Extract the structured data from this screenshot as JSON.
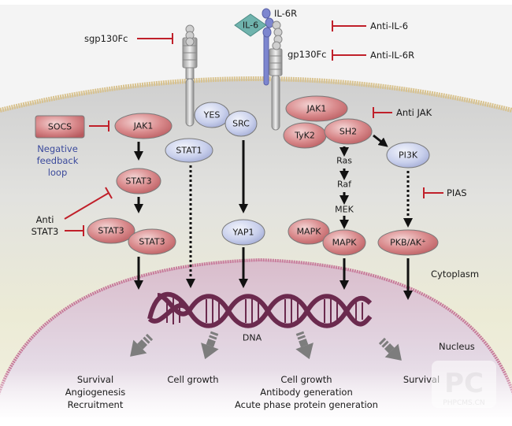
{
  "colors": {
    "inhibitor": "#c0202a",
    "red_node_fill": "#d98a8c",
    "red_node_stroke": "#7a7a7a",
    "blue_node_fill": "#c9d0ec",
    "membrane": "#d8c28e",
    "nucleus_membrane": "#c77a9a",
    "dna": "#6b2a4e",
    "il6": "#6fb3ad",
    "il6r": "#7d86cf",
    "feedback_text": "#3b4a9c",
    "arrow_gray": "#7d7d7d"
  },
  "extracellular": {
    "il6": "IL-6",
    "il6r": "IL-6R",
    "gp130fc": "gp130Fc",
    "sgp130fc": "sgp130Fc"
  },
  "inhibitors": {
    "anti_il6": "Anti-IL-6",
    "anti_il6r": "Anti-IL-6R",
    "anti_jak": "Anti JAK",
    "pias": "PIAS",
    "anti_stat3": [
      "Anti",
      "STAT3"
    ]
  },
  "nodes": {
    "socs": "SOCS",
    "jak1_left": "JAK1",
    "stat3_single": "STAT3",
    "stat3_dimer_a": "STAT3",
    "stat3_dimer_b": "STAT3",
    "stat1": "STAT1",
    "yes": "YES",
    "src": "SRC",
    "yap1": "YAP1",
    "jak1_right": "JAK1",
    "tyk2": "TyK2",
    "sh2": "SH2",
    "ras": "Ras",
    "raf": "Raf",
    "mek": "MEK",
    "mapk_a": "MAPK",
    "mapk_b": "MAPK",
    "pi3k": "PI3K",
    "pkb": "PKB/AK⁺"
  },
  "feedback_label": [
    "Negative",
    "feedback",
    "loop"
  ],
  "compartments": {
    "cytoplasm": "Cytoplasm",
    "nucleus": "Nucleus",
    "dna": "DNA"
  },
  "outcomes": {
    "left": [
      "Survival",
      "Angiogenesis",
      "Recruitment"
    ],
    "center_left": [
      "Cell growth"
    ],
    "center_right": [
      "Cell growth",
      "Antibody generation",
      "Acute phase protein generation"
    ],
    "right": [
      "Survival"
    ]
  },
  "watermark": {
    "logo": "PC",
    "text": "PHPCMS.CN"
  }
}
